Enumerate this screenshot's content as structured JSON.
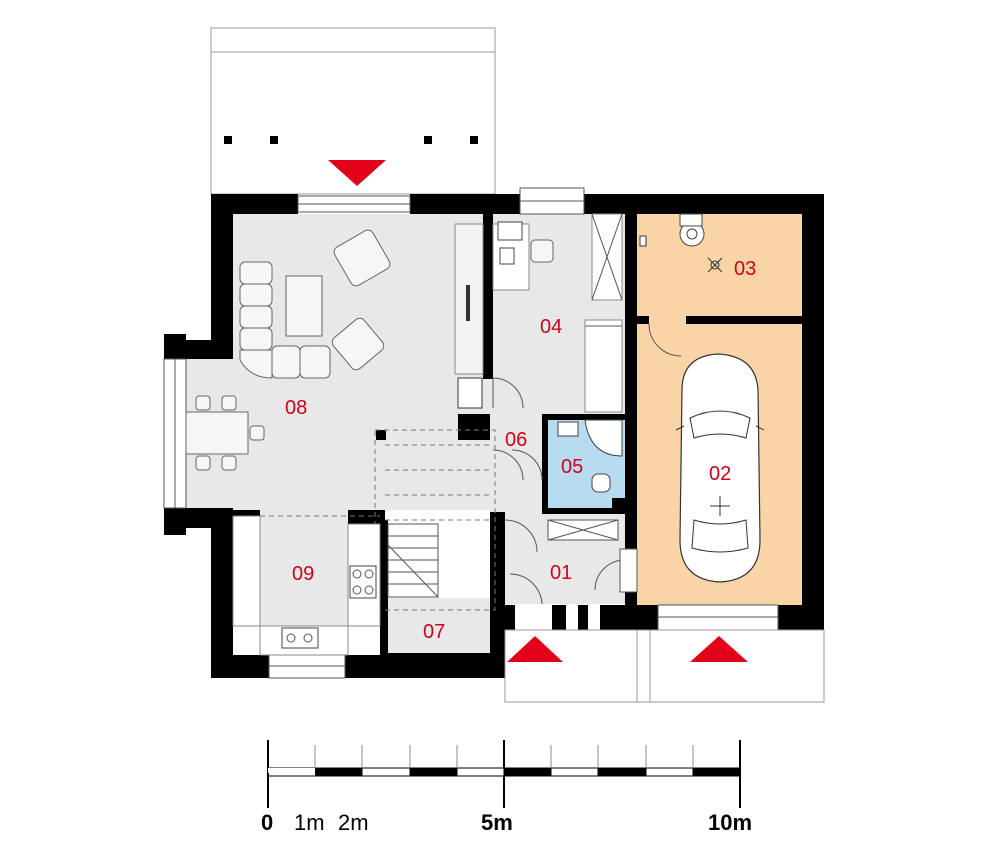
{
  "rooms": {
    "r01": "01",
    "r02": "02",
    "r03": "03",
    "r04": "04",
    "r05": "05",
    "r06": "06",
    "r07": "07",
    "r08": "08",
    "r09": "09"
  },
  "scale": {
    "labels": [
      "0",
      "1m",
      "2m",
      "5m",
      "10m"
    ]
  },
  "colors": {
    "floor": "#e8e8e8",
    "garage": "#f9d4a6",
    "bathroom": "#b7dcf0",
    "wall": "#000000",
    "entrance_arrow": "#e3001b",
    "label": "#d0021b"
  },
  "icons": [
    "entrance-arrow-icon",
    "car-icon",
    "sofa-icon",
    "armchair-icon",
    "dining-table-icon",
    "desk-icon",
    "kitchen-sink-icon",
    "stove-icon",
    "toilet-icon",
    "shower-icon",
    "boiler-icon",
    "light-icon"
  ]
}
